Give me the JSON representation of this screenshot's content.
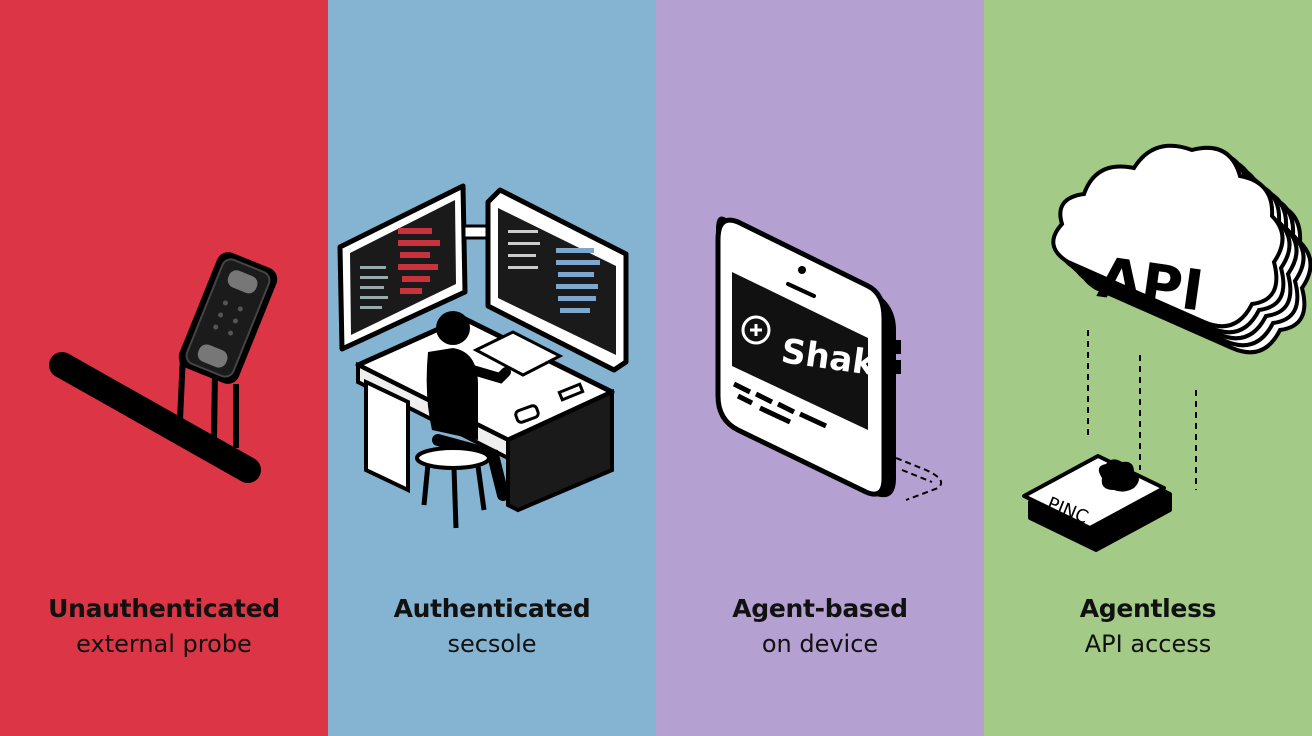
{
  "panels": [
    {
      "id": "unauthenticated",
      "color": "#dc3545",
      "icon": "external-probe-icon",
      "title": "Unauthenticated",
      "subtitle": "external probe"
    },
    {
      "id": "authenticated",
      "color": "#85b3d2",
      "icon": "console-workstation-icon",
      "title": "Authenticated",
      "subtitle": "secsole"
    },
    {
      "id": "agent-based",
      "color": "#b5a0d2",
      "icon": "tablet-device-icon",
      "title": "Agent-based",
      "subtitle": "on device",
      "screen_text": "Shak"
    },
    {
      "id": "agentless",
      "color": "#a3ca86",
      "icon": "cloud-api-icon",
      "title": "Agentless",
      "subtitle": "API access",
      "cloud_text": "API",
      "chip_text": "PINC"
    }
  ]
}
